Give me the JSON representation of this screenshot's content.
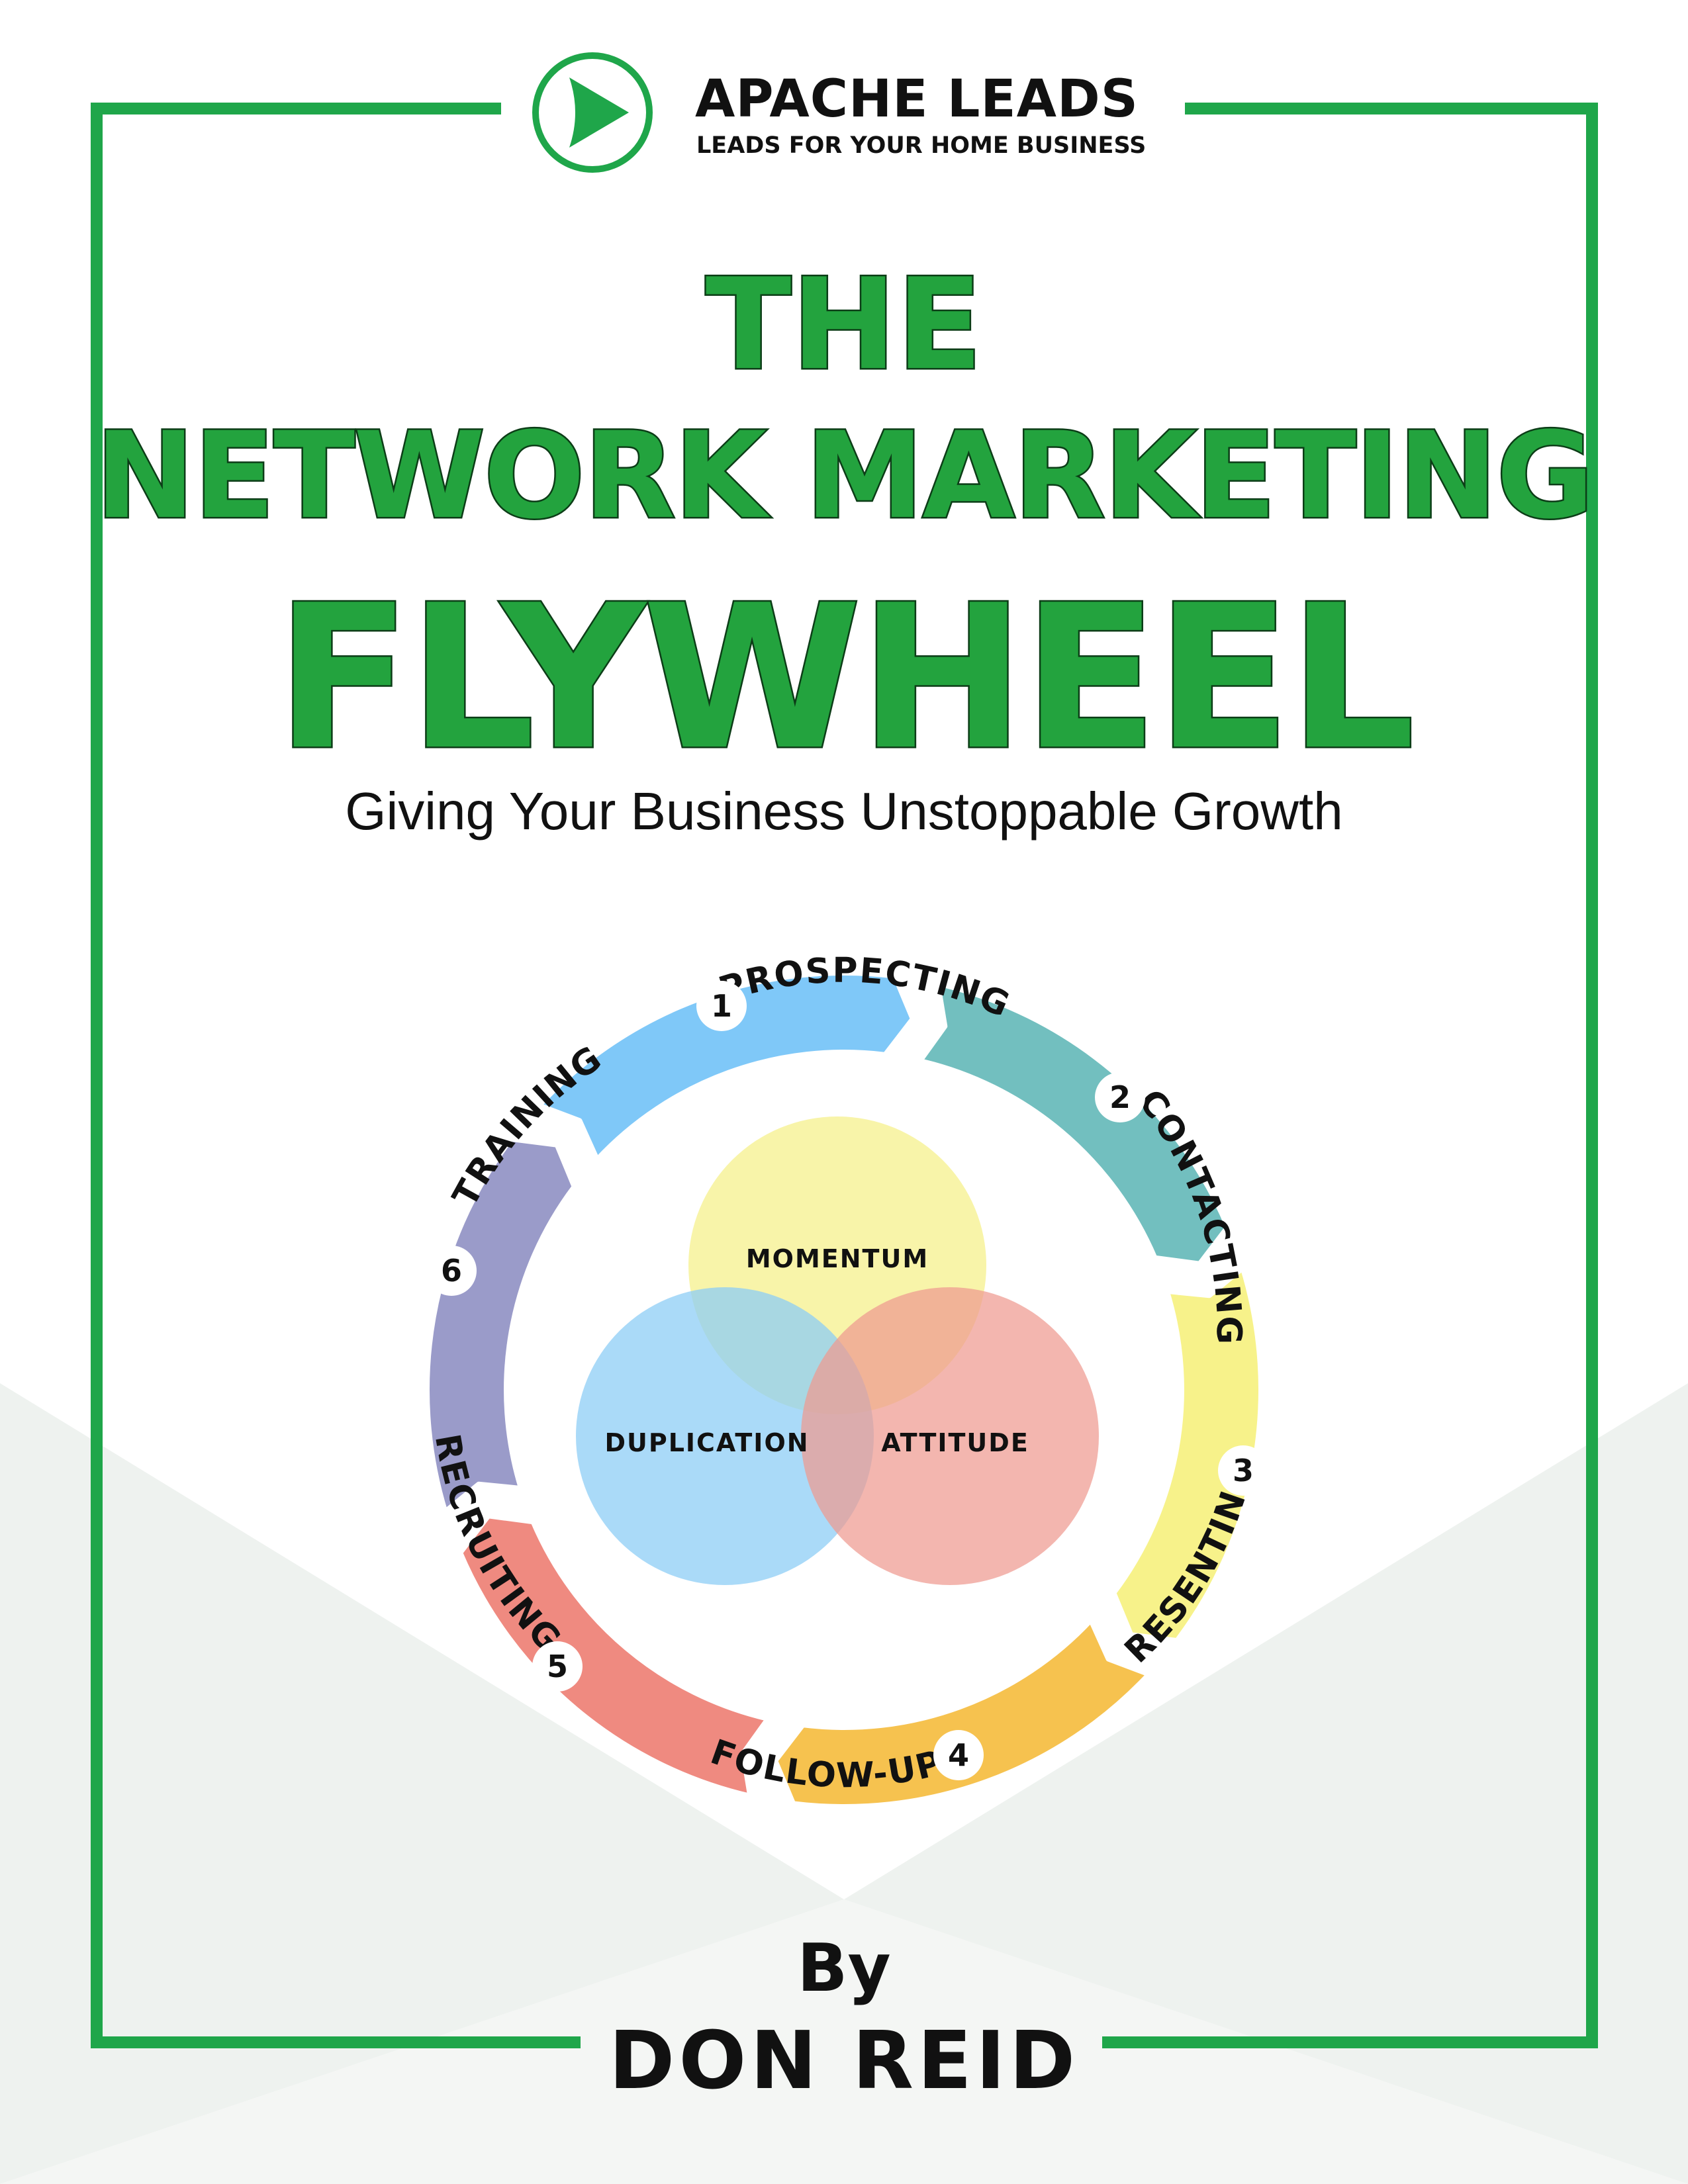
{
  "brand": {
    "name": "APACHE LEADS",
    "tagline": "LEADS FOR YOUR HOME BUSINESS",
    "accent_color": "#1fa64a",
    "icon": "play-circle-icon"
  },
  "title": {
    "line1": "THE",
    "line2": "NETWORK MARKETING",
    "line3": "FLYWHEEL",
    "color": "#23a33e"
  },
  "subtitle": "Giving Your Business Unstoppable Growth",
  "flywheel": {
    "steps": [
      {
        "num": "1",
        "label": "PROSPECTING",
        "color": "#7fc8f8"
      },
      {
        "num": "2",
        "label": "CONTACTING",
        "color": "#72bfbf"
      },
      {
        "num": "3",
        "label": "PRESENTING",
        "color": "#f7f28a"
      },
      {
        "num": "4",
        "label": "FOLLOW-UP",
        "color": "#f6c24f"
      },
      {
        "num": "5",
        "label": "RECRUITING",
        "color": "#ef8a80"
      },
      {
        "num": "6",
        "label": "TRAINING",
        "color": "#9a9bc9"
      }
    ],
    "venn": [
      {
        "label": "MOMENTUM",
        "color": "#f7f29a"
      },
      {
        "label": "DUPLICATION",
        "color": "#8dcdf5"
      },
      {
        "label": "ATTITUDE",
        "color": "#ef9a90"
      }
    ]
  },
  "byline": {
    "by": "By",
    "author": "DON REID"
  }
}
